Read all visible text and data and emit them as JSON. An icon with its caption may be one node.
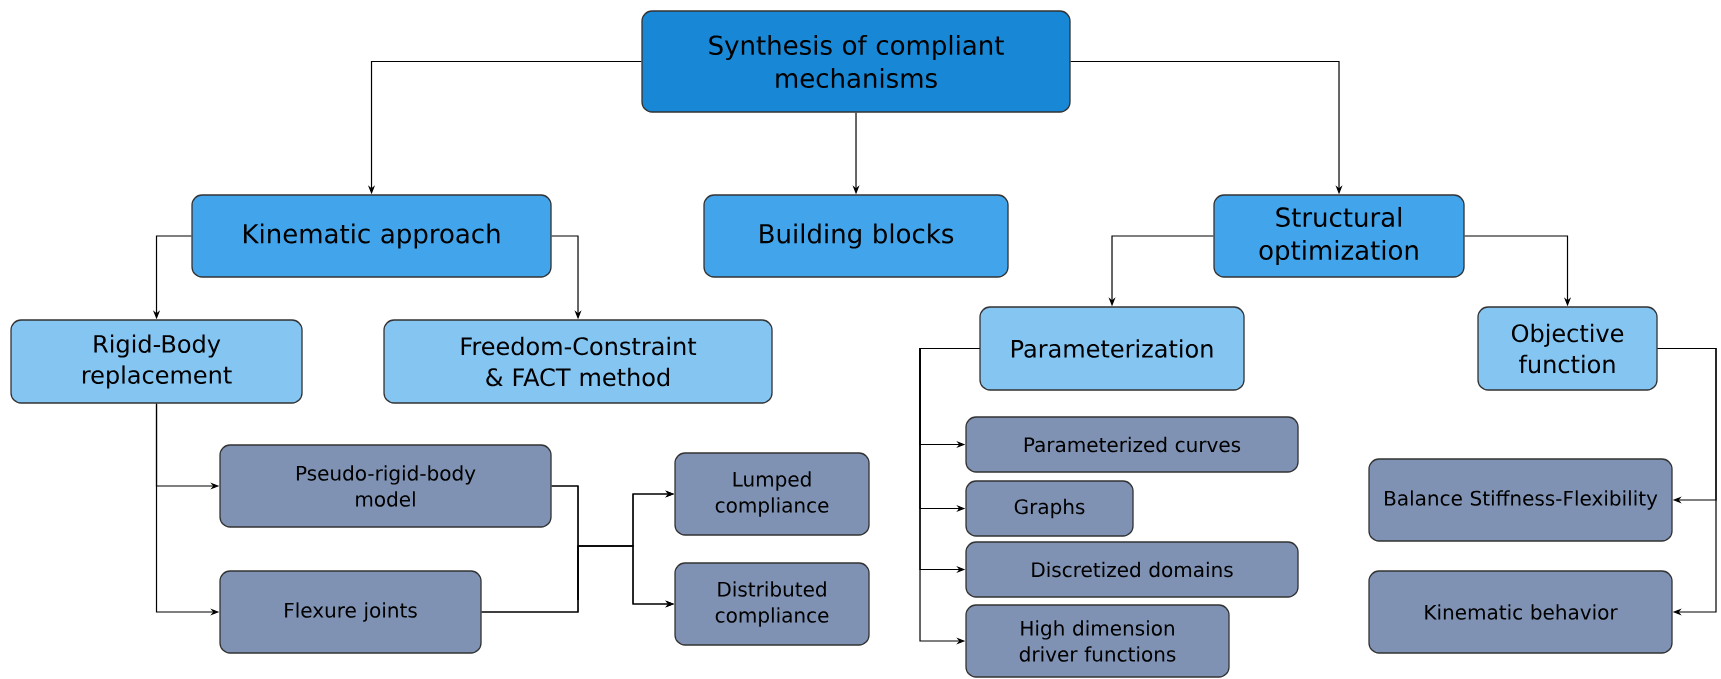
{
  "diagram": {
    "nodes": [
      {
        "text": [
          "Synthesis of compliant mechanisms"
        ]
      },
      {
        "text": [
          "Kinematic approach"
        ]
      },
      {
        "text": [
          "Building blocks"
        ]
      },
      {
        "text": [
          "Structural optimization"
        ]
      },
      {
        "text": [
          "Rigid-Body replacement"
        ]
      },
      {
        "text": [
          "Freedom-Constraint & FACT method"
        ]
      },
      {
        "text": [
          "Parameterization"
        ]
      },
      {
        "text": [
          "Objective function"
        ]
      },
      {
        "text": [
          "Pseudo-rigid-body model"
        ]
      },
      {
        "text": [
          "Flexure joints"
        ]
      },
      {
        "text": [
          "Lumped compliance"
        ]
      },
      {
        "text": [
          "Distributed compliance"
        ]
      },
      {
        "text": [
          "Parameterized curves"
        ]
      },
      {
        "text": [
          "Graphs"
        ]
      },
      {
        "text": [
          "Discretized domains"
        ]
      },
      {
        "text": [
          "High dimension driver functions"
        ]
      },
      {
        "text": [
          "Balance Stiffness-Flexibility"
        ]
      },
      {
        "text": [
          "Kinematic behavior"
        ]
      }
    ],
    "edges": [
      {
        "from": 0,
        "to": 1,
        "arrow": "to"
      },
      {
        "from": 0,
        "to": 2,
        "arrow": "to"
      },
      {
        "from": 0,
        "to": 3,
        "arrow": "to"
      },
      {
        "from": 1,
        "to": 4,
        "arrow": "to"
      },
      {
        "from": 1,
        "to": 5,
        "arrow": "to"
      },
      {
        "from": 3,
        "to": 6,
        "arrow": "to"
      },
      {
        "from": 3,
        "to": 7,
        "arrow": "to"
      },
      {
        "from": 4,
        "to": 8,
        "arrow": "to"
      },
      {
        "from": 4,
        "to": 9,
        "arrow": "to"
      },
      {
        "from": 8,
        "to": 10,
        "arrow": "to"
      },
      {
        "from": 8,
        "to": 11,
        "arrow": "to"
      },
      {
        "from": 9,
        "to": 10,
        "arrow": "to"
      },
      {
        "from": 9,
        "to": 11,
        "arrow": "to"
      },
      {
        "from": 6,
        "to": 12,
        "arrow": "to"
      },
      {
        "from": 6,
        "to": 13,
        "arrow": "to"
      },
      {
        "from": 6,
        "to": 14,
        "arrow": "to"
      },
      {
        "from": 6,
        "to": 15,
        "arrow": "to"
      },
      {
        "from": 7,
        "to": 16,
        "arrow": "to"
      },
      {
        "from": 7,
        "to": 17,
        "arrow": "to"
      }
    ]
  }
}
